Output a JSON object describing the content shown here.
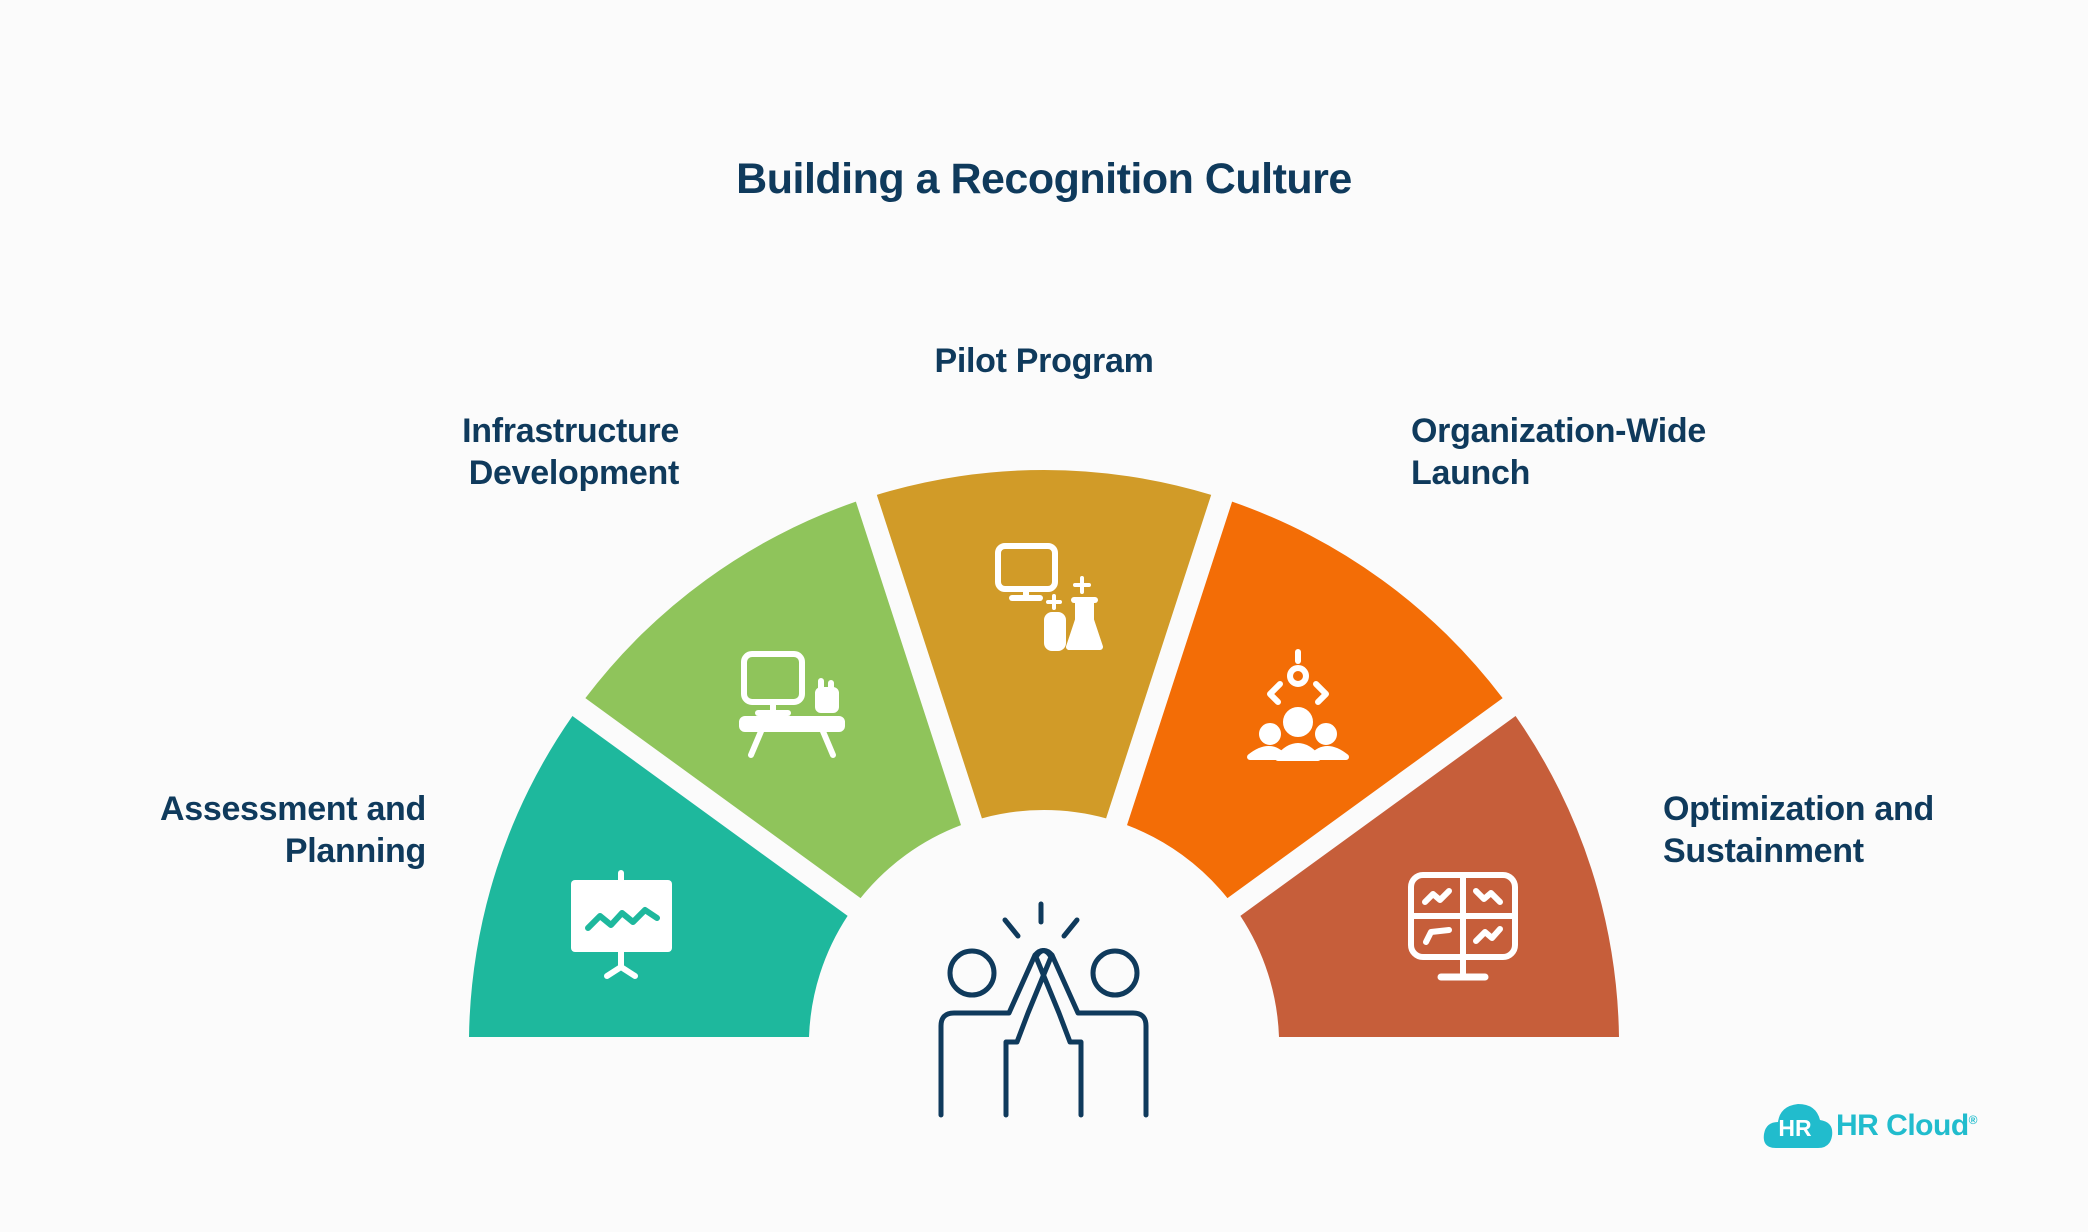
{
  "title": "Building a Recognition Culture",
  "colors": {
    "text": "#0f3a5c",
    "background": "#fbfbfb",
    "assessment": "#1eb89d",
    "infrastructure": "#8fc45b",
    "pilot": "#d19b28",
    "launch": "#f36d06",
    "optimization": "#c65e3a",
    "brand": "#21bccd"
  },
  "stages": [
    {
      "key": "assessment",
      "lines": [
        "Assessment and",
        "Planning"
      ],
      "icon": "presentation-chart-icon"
    },
    {
      "key": "infrastructure",
      "lines": [
        "Infrastructure",
        "Development"
      ],
      "icon": "computer-desk-icon"
    },
    {
      "key": "pilot",
      "lines": [
        "Pilot Program"
      ],
      "icon": "computer-lab-flask-icon"
    },
    {
      "key": "launch",
      "lines": [
        "Organization-Wide",
        "Launch"
      ],
      "icon": "team-network-icon"
    },
    {
      "key": "optimization",
      "lines": [
        "Optimization and",
        "Sustainment"
      ],
      "icon": "monitor-dashboard-icon"
    }
  ],
  "center_icon": "high-five-icon",
  "logo": {
    "badge": "HR",
    "name": "HR Cloud",
    "mark": "®"
  }
}
